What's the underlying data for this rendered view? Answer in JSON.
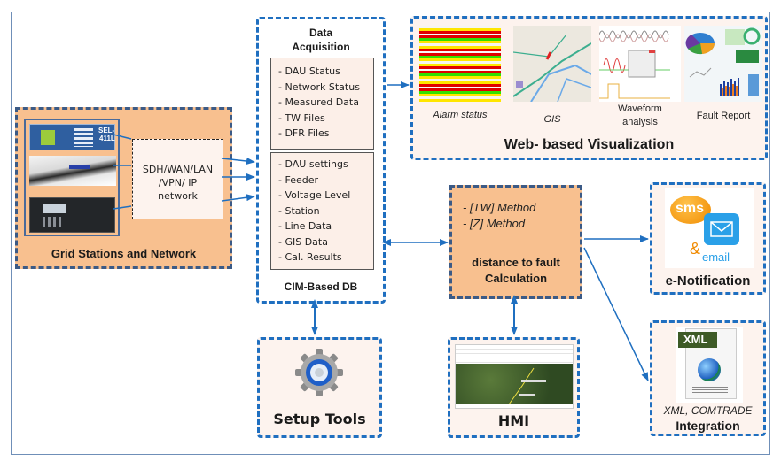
{
  "colors": {
    "accent_blue": "#1f6fc0",
    "navy_border": "#3b5a86",
    "orange_fill": "#f8c08f",
    "panel_fill": "#fdf3ee",
    "list_fill": "#fcefe8"
  },
  "grid": {
    "title": "Grid Stations and Network",
    "network_label_l1": "SDH/WAN/LAN",
    "network_label_l2": "/VPN/ IP",
    "network_label_l3": "network",
    "device1_label_l1": "SEL-",
    "device1_label_l2": "411L"
  },
  "data_acq": {
    "title_l1": "Data",
    "title_l2": "Acquisition",
    "items": [
      "-  DAU  Status",
      "-  Network Status",
      "-  Measured Data",
      "-  TW  Files",
      "-  DFR Files"
    ]
  },
  "cim_db": {
    "items": [
      "-  DAU settings",
      "-  Feeder",
      "-  Voltage Level",
      "-  Station",
      "-  Line Data",
      "-  GIS Data",
      "-  Cal.  Results"
    ],
    "title": "CIM-Based DB"
  },
  "web_vis": {
    "title": "Web- based Visualization",
    "panels": [
      {
        "caption": "Alarm status"
      },
      {
        "caption": "GIS"
      },
      {
        "caption_l1": "Waveform",
        "caption_l2": "analysis"
      },
      {
        "caption": "Fault Report"
      }
    ]
  },
  "calc": {
    "method1": "- [TW] Method",
    "method2": "- [Z] Method",
    "title_l1": "distance to fault",
    "title_l2": "Calculation"
  },
  "notification": {
    "title": "e-Notification",
    "sms": "sms",
    "amp": "&",
    "email": "email"
  },
  "integration": {
    "badge": "XML",
    "caption": "XML, COMTRADE",
    "title": "Integration"
  },
  "setup": {
    "title": "Setup Tools"
  },
  "hmi": {
    "title": "HMI"
  }
}
